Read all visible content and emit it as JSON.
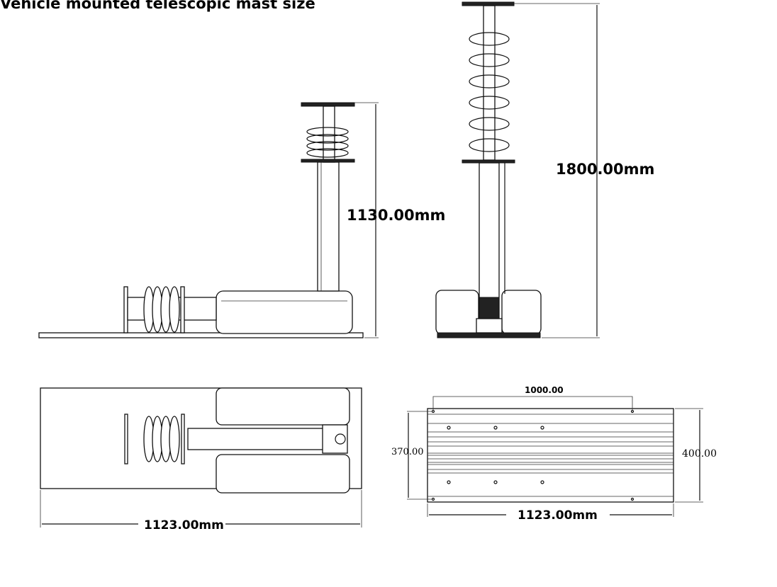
{
  "title": "Vehicle mounted telescopic mast size",
  "side_view_retracted": {
    "height_label": "1130.00mm"
  },
  "side_view_extended": {
    "height_label": "1800.00mm"
  },
  "top_view": {
    "length_label": "1123.00mm"
  },
  "base_plate_view": {
    "hole_spacing_label": "1000.00",
    "hole_width_label": "370.00",
    "width_label": "400.00",
    "length_label": "1123.00mm"
  }
}
